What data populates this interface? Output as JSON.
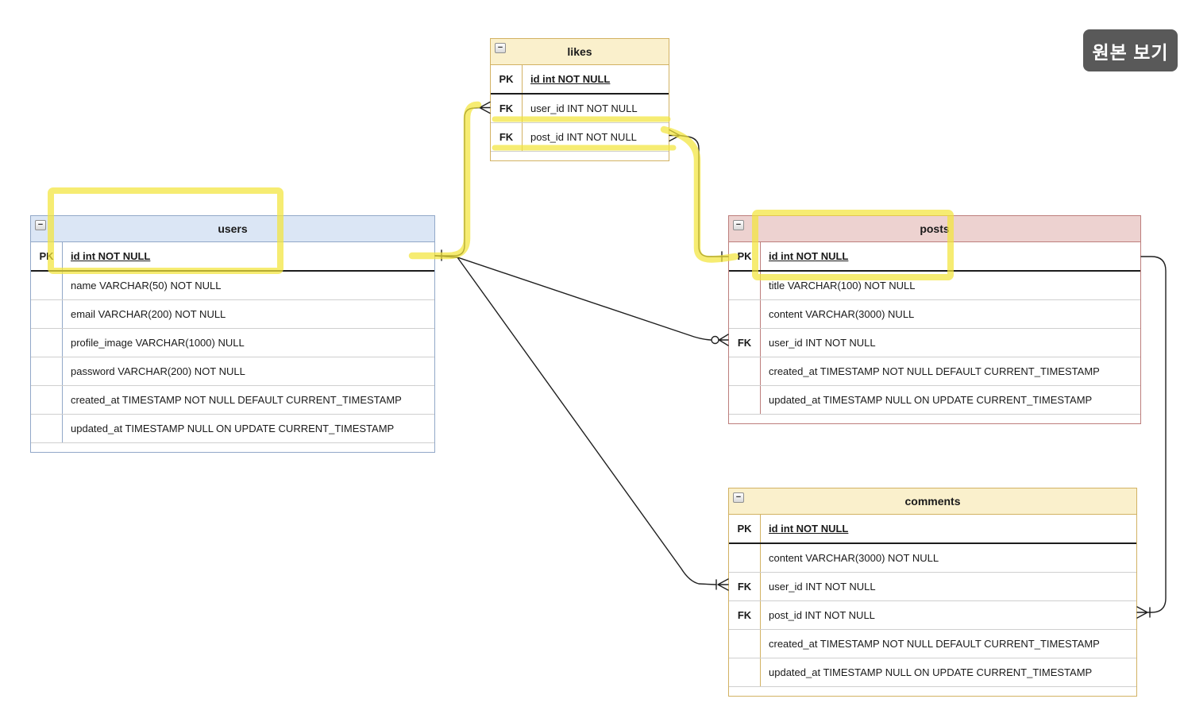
{
  "view_original_button": {
    "label": "원본 보기"
  },
  "icons": {
    "collapse": "−"
  },
  "tables": {
    "users": {
      "title": "users",
      "theme": {
        "border": "#92a8c8",
        "header_bg": "#dbe6f5"
      },
      "rows": [
        {
          "key": "PK",
          "text": "id int NOT NULL"
        },
        {
          "key": "",
          "text": "name VARCHAR(50) NOT NULL"
        },
        {
          "key": "",
          "text": "email VARCHAR(200) NOT NULL"
        },
        {
          "key": "",
          "text": "profile_image VARCHAR(1000) NULL"
        },
        {
          "key": "",
          "text": "password VARCHAR(200) NOT NULL"
        },
        {
          "key": "",
          "text": "created_at TIMESTAMP NOT NULL DEFAULT CURRENT_TIMESTAMP"
        },
        {
          "key": "",
          "text": "updated_at TIMESTAMP NULL ON UPDATE CURRENT_TIMESTAMP"
        }
      ]
    },
    "likes": {
      "title": "likes",
      "theme": {
        "border": "#d2b263",
        "header_bg": "#faf0cc"
      },
      "rows": [
        {
          "key": "PK",
          "text": "id int NOT NULL"
        },
        {
          "key": "FK",
          "text": "user_id INT NOT NULL"
        },
        {
          "key": "FK",
          "text": "post_id INT NOT NULL"
        }
      ]
    },
    "posts": {
      "title": "posts",
      "theme": {
        "border": "#bd7e7c",
        "header_bg": "#edd2d0"
      },
      "rows": [
        {
          "key": "PK",
          "text": "id int NOT NULL"
        },
        {
          "key": "",
          "text": "title VARCHAR(100) NOT NULL"
        },
        {
          "key": "",
          "text": "content VARCHAR(3000) NULL"
        },
        {
          "key": "FK",
          "text": "user_id INT NOT NULL"
        },
        {
          "key": "",
          "text": "created_at TIMESTAMP NOT NULL DEFAULT CURRENT_TIMESTAMP"
        },
        {
          "key": "",
          "text": "updated_at TIMESTAMP NULL ON UPDATE CURRENT_TIMESTAMP"
        }
      ]
    },
    "comments": {
      "title": "comments",
      "theme": {
        "border": "#d2b263",
        "header_bg": "#faf0cc"
      },
      "rows": [
        {
          "key": "PK",
          "text": "id int NOT NULL"
        },
        {
          "key": "",
          "text": "content VARCHAR(3000) NOT NULL"
        },
        {
          "key": "FK",
          "text": "user_id INT NOT NULL"
        },
        {
          "key": "FK",
          "text": "post_id INT NOT NULL"
        },
        {
          "key": "",
          "text": "created_at TIMESTAMP NOT NULL DEFAULT CURRENT_TIMESTAMP"
        },
        {
          "key": "",
          "text": "updated_at TIMESTAMP NULL ON UPDATE CURRENT_TIMESTAMP"
        }
      ]
    }
  },
  "relationships": [
    {
      "from": "users.id",
      "to": "likes.user_id",
      "from_cardinality": "one",
      "to_cardinality": "many"
    },
    {
      "from": "posts.id",
      "to": "likes.post_id",
      "from_cardinality": "one",
      "to_cardinality": "many"
    },
    {
      "from": "users.id",
      "to": "posts.user_id",
      "from_cardinality": "one",
      "to_cardinality": "zero-or-many"
    },
    {
      "from": "users.id",
      "to": "comments.user_id",
      "from_cardinality": "one",
      "to_cardinality": "one-or-many"
    },
    {
      "from": "posts.id",
      "to": "comments.post_id",
      "from_cardinality": "one",
      "to_cardinality": "one-or-many"
    }
  ],
  "annotations": {
    "marker_color": "#f3e43b",
    "marks": [
      "box around users header and id PK row",
      "box around posts id PK row",
      "underline below likes user_id row",
      "underline below likes post_id row",
      "traced connector users.id to likes.user_id",
      "traced connector likes.post_id to posts.id"
    ]
  }
}
